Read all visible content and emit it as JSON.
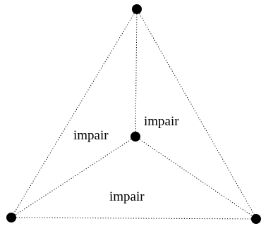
{
  "diagram": {
    "vertices": [
      {
        "id": "top"
      },
      {
        "id": "center"
      },
      {
        "id": "bottom-left"
      },
      {
        "id": "bottom-right"
      }
    ],
    "edges": [
      {
        "from": "top",
        "to": "bottom-left",
        "style": "dotted"
      },
      {
        "from": "top",
        "to": "bottom-right",
        "style": "dotted"
      },
      {
        "from": "bottom-left",
        "to": "bottom-right",
        "style": "dotted"
      },
      {
        "from": "top",
        "to": "center",
        "style": "dotted"
      },
      {
        "from": "center",
        "to": "bottom-left",
        "style": "dotted"
      },
      {
        "from": "center",
        "to": "bottom-right",
        "style": "dotted"
      }
    ],
    "region_labels": {
      "left": "impair",
      "right": "impair",
      "bottom": "impair"
    },
    "colors": {
      "line": "#000000",
      "vertex": "#000000",
      "background": "#ffffff"
    }
  }
}
